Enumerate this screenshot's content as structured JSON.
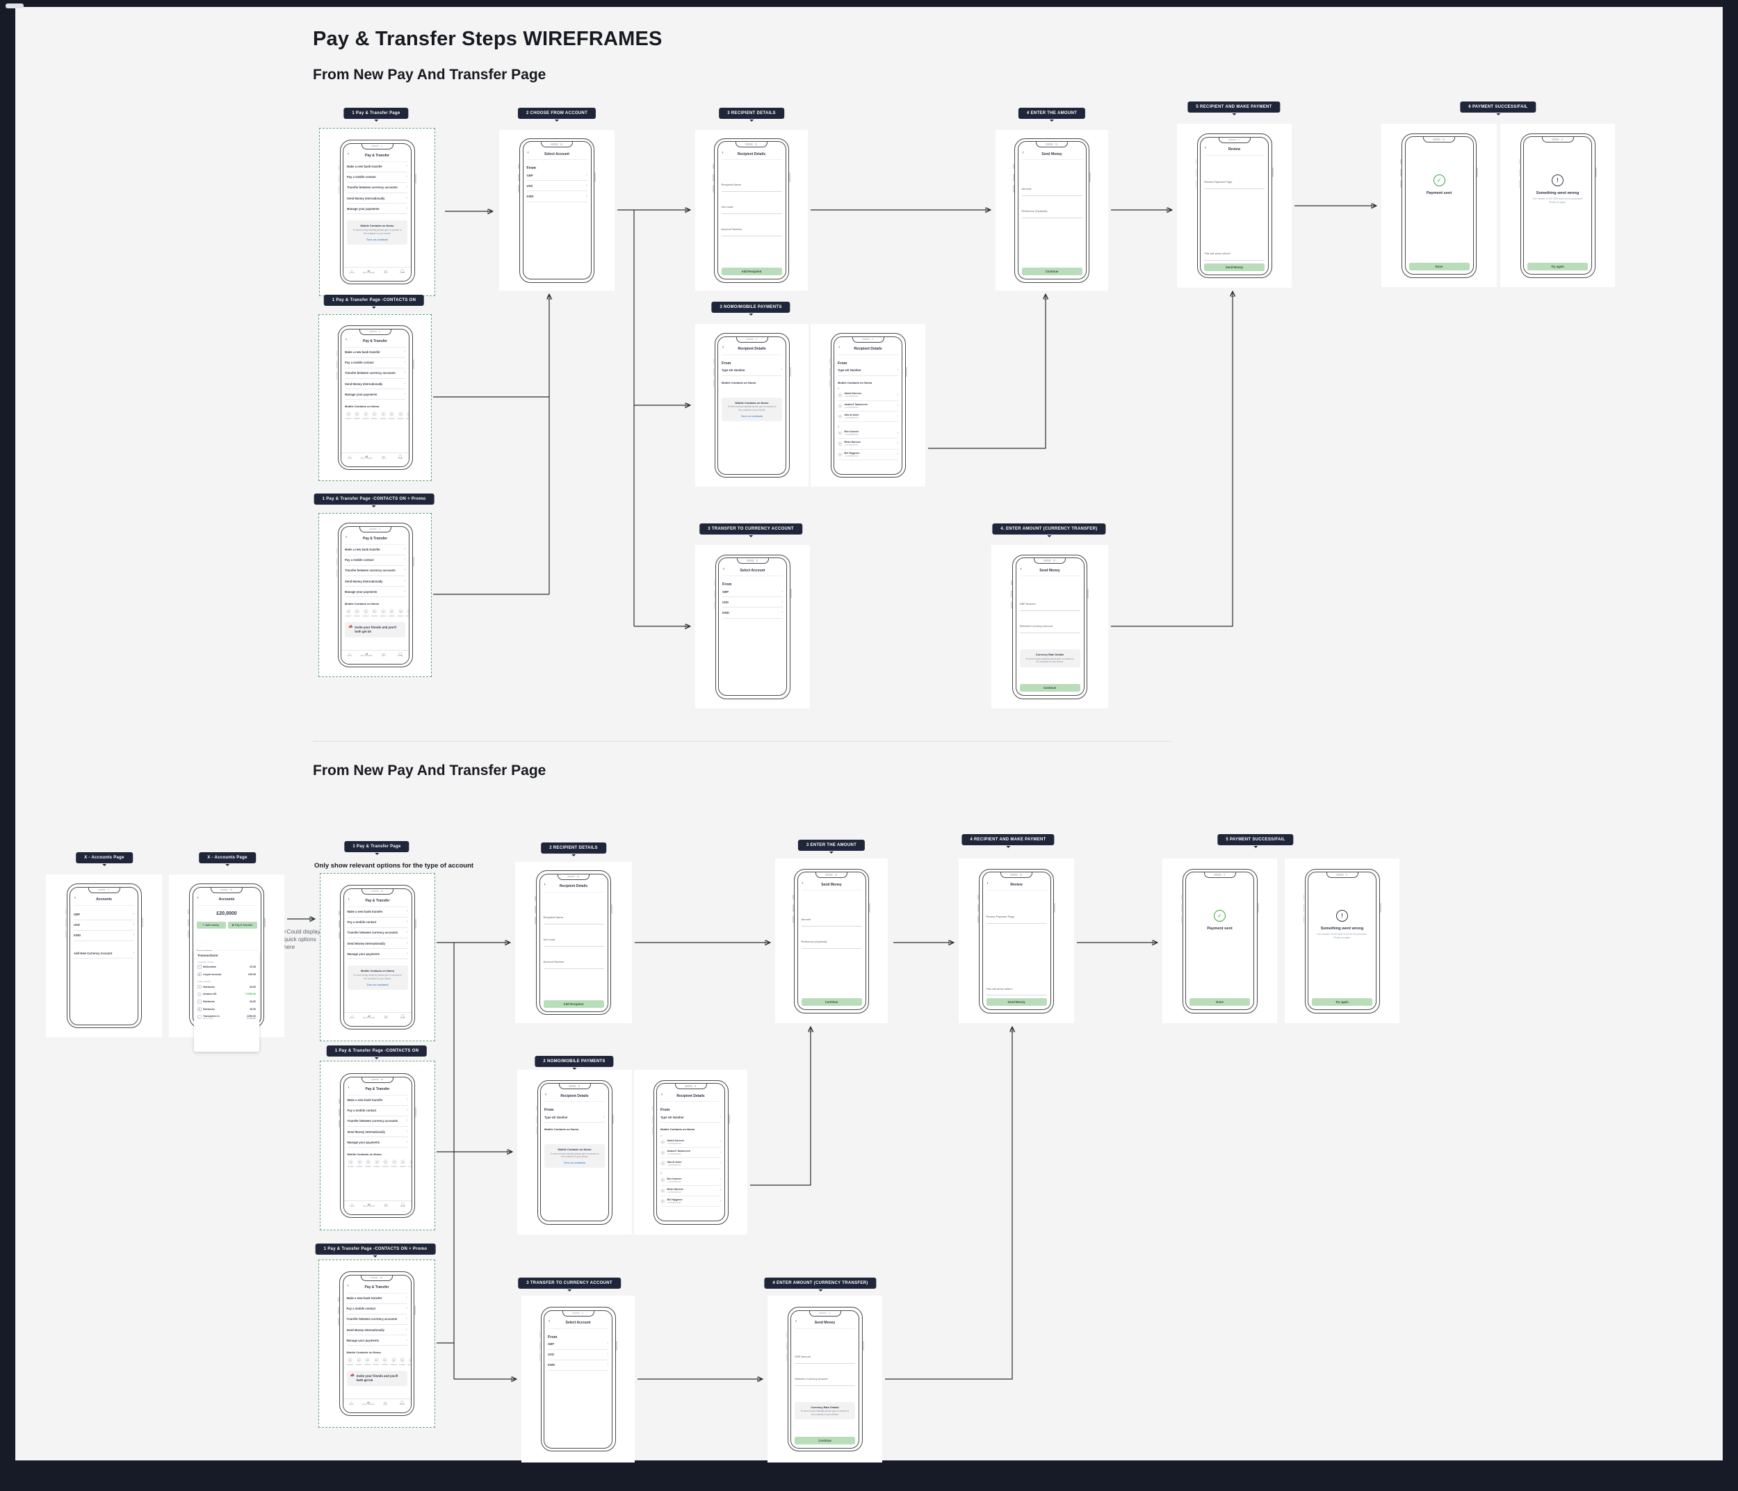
{
  "page": {
    "title": "Pay & Transfer Steps WIREFRAMES",
    "section_top": "From New Pay And Transfer Page",
    "section_bottom": "From New Pay And Transfer Page",
    "note_accounts": "<Could display quick options here",
    "note_options": "Only show relevant options for the type of account"
  },
  "colors": {
    "badge_bg": "#20263a",
    "dashed_border": "#5fa57b",
    "button_green": "#b9dcba",
    "success_green": "#43a047",
    "link_blue": "#4a90d2",
    "positive_green": "#3fae5a",
    "frame_dark": "#171b27"
  },
  "cards": {
    "t1": {
      "badge": "1 Pay & Transfer Page",
      "screen": "paylist_info"
    },
    "t2": {
      "badge": "2 CHOOSE FROM ACCOUNT",
      "screen": "select_account"
    },
    "t3": {
      "badge": "3 RECIPIENT DETAILS",
      "screen": "recipient_details"
    },
    "t4": {
      "badge": "4 ENTER THE AMOUNT",
      "screen": "send_money"
    },
    "t5": {
      "badge": "5 RECIPIENT AND MAKE PAYMENT",
      "screen": "review"
    },
    "t6": {
      "badge": "6 PAYMENT SUCCESS/FAIL"
    },
    "t6a": {
      "screen": "payment_success"
    },
    "t6b": {
      "screen": "payment_fail"
    },
    "t7": {
      "badge": "1 Pay & Transfer Page -CONTACTS ON",
      "screen": "paylist_contacts"
    },
    "t8": {
      "badge": "1 Pay & Transfer Page -CONTACTS ON + Promo",
      "screen": "paylist_promo"
    },
    "t9": {
      "badge": "3 NOMO/MOBILE PAYMENTS",
      "screen": "nomo_recipient"
    },
    "t10": {
      "screen": "nomo_contacts"
    },
    "t11": {
      "badge": "3 TRANSFER TO CURRENCY ACCOUNT",
      "screen": "select_account"
    },
    "t12": {
      "badge": "4. ENTER AMOUNT (CURRENCY TRANSFER)",
      "screen": "currency_amount"
    },
    "b1": {
      "badge": "X - Accounts Page",
      "screen": "accounts_list"
    },
    "b2": {
      "badge": "X - Accounts Page",
      "screen": "accounts_dashboard"
    },
    "b3": {
      "badge": "1 Pay & Transfer Page",
      "screen": "paylist_info"
    },
    "b4": {
      "badge": "1 Pay & Transfer Page -CONTACTS ON",
      "screen": "paylist_contacts"
    },
    "b5": {
      "badge": "1 Pay & Transfer Page -CONTACTS ON + Promo",
      "screen": "paylist_promo"
    },
    "b6": {
      "badge": "2 RECIPIENT DETAILS",
      "screen": "recipient_details"
    },
    "b7": {
      "badge": "3 ENTER THE AMOUNT",
      "screen": "send_money"
    },
    "b8": {
      "badge": "4 RECIPIENT AND MAKE PAYMENT",
      "screen": "review"
    },
    "b9": {
      "badge": "5 PAYMENT SUCCESS/FAIL"
    },
    "b9a": {
      "screen": "payment_success"
    },
    "b9b": {
      "screen": "payment_fail"
    },
    "b10": {
      "badge": "2 NOMO/MOBILE PAYMENTS",
      "screen": "nomo_recipient"
    },
    "b11": {
      "screen": "nomo_contacts"
    },
    "b12": {
      "badge": "3 TRANSFER TO CURRENCY ACCOUNT",
      "screen": "select_account"
    },
    "b13": {
      "badge": "4 ENTER AMOUNT (CURRENCY TRANSFER)",
      "screen": "currency_amount"
    }
  },
  "screens": {
    "paylist_info": {
      "blocks": [
        {
          "k": "nav",
          "title": "Pay & Transfer"
        },
        {
          "k": "rows",
          "items": [
            "Make a new bank transfer",
            "Pay a mobile contact",
            "Transfer between currency accounts",
            "Send Money Internationally",
            "Manage your payments"
          ]
        },
        {
          "k": "infocard",
          "title": "Mobile Contacts on Nomo",
          "body": "To send money instantly please give us access to the contacts on your device",
          "link": "Turn on contacts"
        },
        {
          "k": "tabbar",
          "items": [
            {
              "icon": "home",
              "label": "Home"
            },
            {
              "icon": "transfer",
              "label": "Pay & Transfer"
            },
            {
              "icon": "card",
              "label": "Card"
            },
            {
              "icon": "profile",
              "label": "Profile"
            }
          ]
        }
      ]
    },
    "paylist_contacts": {
      "blocks": [
        {
          "k": "nav",
          "title": "Pay & Transfer"
        },
        {
          "k": "rows",
          "items": [
            "Make a new bank transfer",
            "Pay a mobile contact",
            "Transfer between currency accounts",
            "Send Money Internationally",
            "Manage your payments"
          ]
        },
        {
          "k": "label",
          "text": "Mobile Contacts on Nomo"
        },
        {
          "k": "avatars",
          "names": [
            "Anabert",
            "Anabert",
            "Anabert",
            "Anabert",
            "Anabert",
            "Anabert",
            "Anabert",
            "Anabert"
          ]
        },
        {
          "k": "tabbar",
          "items": [
            {
              "icon": "home",
              "label": "Home"
            },
            {
              "icon": "transfer",
              "label": "Pay & Transfer"
            },
            {
              "icon": "card",
              "label": "Card"
            },
            {
              "icon": "profile",
              "label": "Profile"
            }
          ]
        }
      ]
    },
    "paylist_promo": {
      "blocks": [
        {
          "k": "nav",
          "title": "Pay & Transfer"
        },
        {
          "k": "rows",
          "items": [
            "Make a new bank transfer",
            "Pay a mobile contact",
            "Transfer between currency accounts",
            "Send Money Internationally",
            "Manage your payments"
          ]
        },
        {
          "k": "label",
          "text": "Mobile Contacts on Nomo"
        },
        {
          "k": "avatars",
          "names": [
            "Anabert",
            "Anabert",
            "Anabert",
            "Anabert",
            "Anabert",
            "Anabert",
            "Anabert",
            "Anabert"
          ]
        },
        {
          "k": "promo",
          "icon": "megaphone",
          "text": "Invite your friends and you'll both get £5"
        },
        {
          "k": "tabbar",
          "items": [
            {
              "icon": "home",
              "label": "Home"
            },
            {
              "icon": "transfer",
              "label": "Pay & Transfer"
            },
            {
              "icon": "card",
              "label": "Card"
            },
            {
              "icon": "profile",
              "label": "Profile"
            }
          ]
        }
      ]
    },
    "select_account": {
      "blocks": [
        {
          "k": "nav",
          "title": "Select Account"
        },
        {
          "k": "label",
          "text": "From",
          "big": true
        },
        {
          "k": "rows",
          "items": [
            "GBP",
            "USD",
            "KWD"
          ]
        }
      ]
    },
    "recipient_details": {
      "blocks": [
        {
          "k": "nav",
          "title": "Recipient Details"
        },
        {
          "k": "spacer",
          "h": 14
        },
        {
          "k": "fields",
          "items": [
            "Recipient Name",
            "Sort code",
            "Account Number"
          ]
        },
        {
          "k": "button",
          "label": "Add Recipient"
        }
      ]
    },
    "send_money": {
      "blocks": [
        {
          "k": "nav",
          "title": "Send Money"
        },
        {
          "k": "spacer",
          "h": 20
        },
        {
          "k": "fields",
          "items": [
            "Amount",
            "Reference (Optional)"
          ]
        },
        {
          "k": "button",
          "label": "Continue"
        }
      ]
    },
    "review": {
      "blocks": [
        {
          "k": "nav",
          "title": "Review"
        },
        {
          "k": "spacer",
          "h": 16
        },
        {
          "k": "fields",
          "items": [
            "Review Payment Page"
          ]
        },
        {
          "k": "bottomfield",
          "text": "This will arrive when?"
        },
        {
          "k": "button",
          "label": "Send Money"
        }
      ]
    },
    "payment_success": {
      "blocks": [
        {
          "k": "status",
          "icon": "check",
          "title": "Payment sent"
        },
        {
          "k": "button",
          "label": "Done"
        }
      ]
    },
    "payment_fail": {
      "blocks": [
        {
          "k": "status",
          "icon": "alert",
          "title": "Something went wrong",
          "body": "Your transfer of 100 GBP could not be processed. Please try again."
        },
        {
          "k": "button",
          "label": "Try again"
        }
      ]
    },
    "nomo_recipient": {
      "blocks": [
        {
          "k": "nav",
          "title": "Recipient Details"
        },
        {
          "k": "label",
          "text": "From",
          "big": true
        },
        {
          "k": "rows",
          "items": [
            "Type UK Number"
          ]
        },
        {
          "k": "label",
          "text": "Mobile Contacts on Nomo"
        },
        {
          "k": "spacer",
          "h": 10
        },
        {
          "k": "infocard",
          "title": "Mobile Contacts on Nomo",
          "body": "To send money instantly please give us access to the contacts on your device",
          "link": "Turn on contacts"
        }
      ]
    },
    "nomo_contacts": {
      "blocks": [
        {
          "k": "nav",
          "title": "Recipient Details"
        },
        {
          "k": "label",
          "text": "From",
          "big": true
        },
        {
          "k": "rows",
          "items": [
            "Type UK Number"
          ]
        },
        {
          "k": "label",
          "text": "Mobile Contacts on Nomo"
        },
        {
          "k": "contacts",
          "groups": [
            {
              "letter": "A",
              "people": [
                {
                  "name": "Abdul Kareem",
                  "phone": "+447895985343"
                },
                {
                  "name": "Anabert Tarascreen",
                  "phone": "+447895985343"
                },
                {
                  "name": "Alia Al Amin",
                  "phone": "+447895985343"
                }
              ]
            },
            {
              "letter": "B",
              "people": [
                {
                  "name": "Ben Kareem",
                  "phone": "+447895985343"
                },
                {
                  "name": "Brian Hanson",
                  "phone": "+447895985343"
                },
                {
                  "name": "Bel Hipgrave",
                  "phone": "+447895985343"
                }
              ]
            }
          ]
        }
      ]
    },
    "currency_amount": {
      "blocks": [
        {
          "k": "nav",
          "title": "Send Money"
        },
        {
          "k": "spacer",
          "h": 18
        },
        {
          "k": "fields",
          "items": [
            "GBP Amount",
            "Selected Currency Amount"
          ]
        },
        {
          "k": "spacer",
          "h": 14
        },
        {
          "k": "infocard",
          "title": "Currency Rate Details",
          "body": "To send money instantly please give us access to the contacts on your device"
        },
        {
          "k": "button",
          "label": "Continue"
        }
      ]
    },
    "accounts_list": {
      "blocks": [
        {
          "k": "nav",
          "title": "Accounts"
        },
        {
          "k": "spacer",
          "h": 6
        },
        {
          "k": "rows",
          "items": [
            "GBP",
            "USD",
            "KWD"
          ]
        },
        {
          "k": "spacer",
          "h": 10
        },
        {
          "k": "rows",
          "items": [
            "Add New Currency Account"
          ]
        }
      ]
    },
    "accounts_dashboard": {
      "blocks": [
        {
          "k": "nav",
          "title": "Accounts"
        },
        {
          "k": "balance",
          "text": "£20,0000"
        },
        {
          "k": "actions",
          "items": [
            {
              "icon": "plus",
              "label": "Add money",
              "name": "add-money-button"
            },
            {
              "icon": "transfer",
              "label": "Pay & Transfer",
              "name": "pay-transfer-button"
            }
          ]
        },
        {
          "k": "spacer",
          "h": 10
        },
        {
          "k": "fields",
          "items": [
            "Transactions"
          ]
        },
        {
          "k": "sheet",
          "title": "Transactions",
          "groups": [
            {
              "date": "Yesterday, 31 May",
              "rows": [
                {
                  "icon": "card",
                  "name": "McDonalds",
                  "amount": "£9.98"
                },
                {
                  "icon": "transfer",
                  "name": "Lloyds Account",
                  "amount": "£99.99"
                }
              ]
            },
            {
              "date": "Friday, 30 May",
              "rows": [
                {
                  "icon": "card",
                  "name": "Starbucks",
                  "amount": "£8.50"
                },
                {
                  "icon": "plus",
                  "name": "Amazon UK",
                  "amount": "+ £250.00",
                  "positive": true
                },
                {
                  "icon": "card",
                  "name": "Starbucks",
                  "amount": "£8.50"
                },
                {
                  "icon": "transfer",
                  "name": "Starbucks",
                  "amount": "£8.50"
                },
                {
                  "icon": "plus",
                  "name": "Transaction in",
                  "sub": "Ikea London",
                  "amount": "£250.00",
                  "sub_amount": "61.30KWD"
                }
              ]
            }
          ]
        }
      ]
    }
  }
}
